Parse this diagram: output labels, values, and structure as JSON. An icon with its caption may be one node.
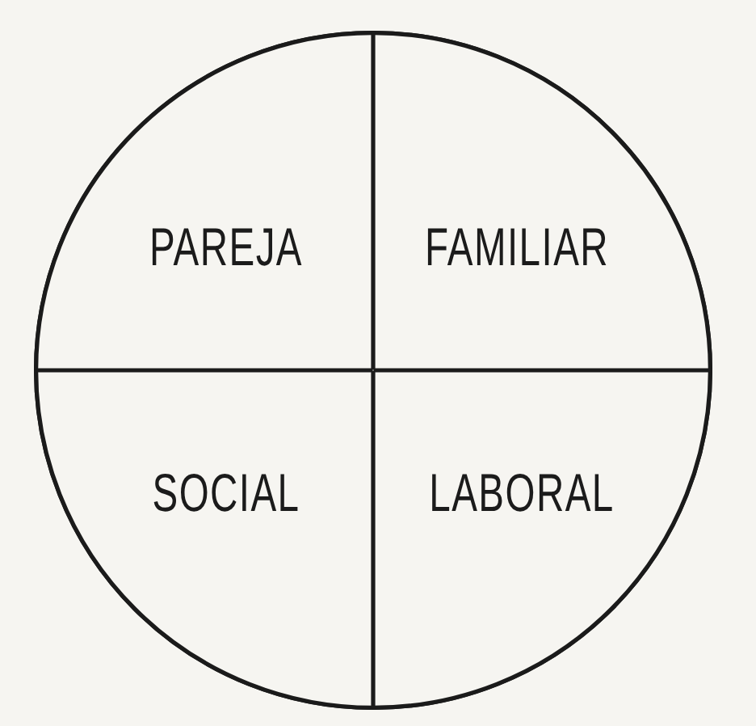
{
  "diagram": {
    "nodes": [
      {
        "text": [],
        "shape": "circle"
      },
      {
        "text": [
          "PAREJA"
        ],
        "in": 0
      },
      {
        "text": [
          "FAMILIAR"
        ],
        "in": 0
      },
      {
        "text": [
          "SOCIAL"
        ],
        "in": 0
      },
      {
        "text": [
          "LABORAL"
        ],
        "in": 0
      }
    ]
  }
}
